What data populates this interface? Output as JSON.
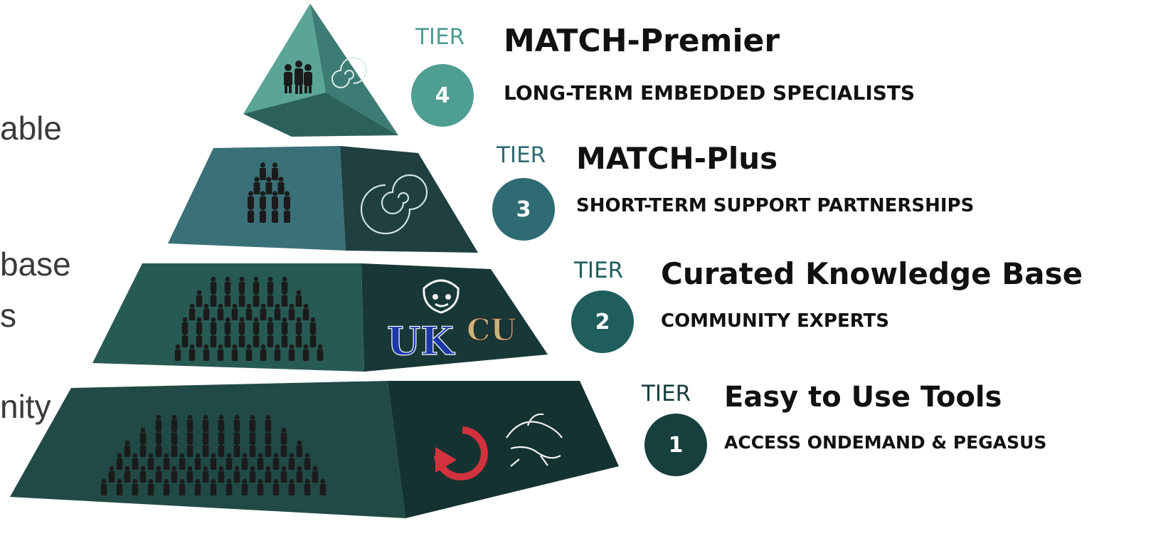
{
  "left_fragments": [
    {
      "text": "able"
    },
    {
      "text": "base"
    },
    {
      "text": "s"
    },
    {
      "text": "nity"
    }
  ],
  "tiers": [
    {
      "word": "TIER",
      "number": "4",
      "title": "MATCH-Premier",
      "subtitle": "LONG-TERM EMBEDDED SPECIALISTS",
      "color": "#4e9e92",
      "icons": [
        "people-group-icon",
        "galaxy-icon"
      ]
    },
    {
      "word": "TIER",
      "number": "3",
      "title": "MATCH-Plus",
      "subtitle": "SHORT-TERM SUPPORT PARTNERSHIPS",
      "color": "#2f6b72",
      "icons": [
        "people-group-icon",
        "galaxy-icon"
      ]
    },
    {
      "word": "TIER",
      "number": "2",
      "title": "Curated Knowledge Base",
      "subtitle": "COMMUNITY EXPERTS",
      "color": "#1f5e5c",
      "icons": [
        "people-crowd-icon",
        "face-logo-icon",
        "uk-logo-icon",
        "cu-logo-icon"
      ]
    },
    {
      "word": "TIER",
      "number": "1",
      "title": "Easy to Use Tools",
      "subtitle": "ACCESS ONDEMAND & PEGASUS",
      "color": "#163f3e",
      "icons": [
        "people-crowd-icon",
        "ondemand-logo-icon",
        "pegasus-logo-icon"
      ]
    }
  ],
  "logos": {
    "uk": "UK",
    "cu": "CU"
  },
  "colors": {
    "tier4_front": "#5aa597",
    "tier4_side": "#356e68",
    "tier3_front": "#3a7078",
    "tier3_side": "#1f3f40",
    "tier2_front": "#285a54",
    "tier2_side": "#173836",
    "tier1_front": "#214a46",
    "tier1_side": "#143230",
    "uk_blue": "#1b3aa8",
    "cu_gold": "#c9b37c",
    "ondemand_red": "#d2323e"
  }
}
